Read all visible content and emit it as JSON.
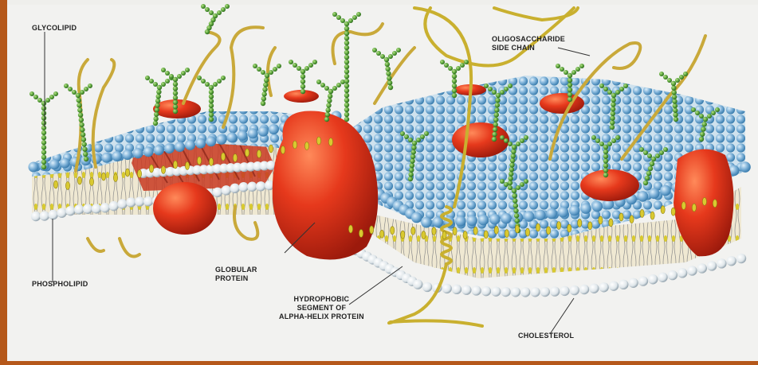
{
  "labels": {
    "glycolipid": "GLYCOLIPID",
    "oligosaccharide_line1": "OLIGOSACCHARIDE",
    "oligosaccharide_line2": "SIDE CHAIN",
    "phospholipid": "PHOSPHOLIPID",
    "globular_line1": "GLOBULAR",
    "globular_line2": "PROTEIN",
    "hydrophobic_line1": "HYDROPHOBIC",
    "hydrophobic_line2": "SEGMENT OF",
    "hydrophobic_line3": "ALPHA-HELIX PROTEIN",
    "cholesterol": "CHOLESTEROL"
  },
  "colors": {
    "frame": "#b5581a",
    "background": "#f2f2f0",
    "phospholipid_head": "#7fb2d8",
    "phospholipid_head_lower": "#e9eef2",
    "protein": "#e0331c",
    "oligosaccharide_bead": "#5aa43a",
    "glycolipid_chain": "#c9a93a",
    "cholesterol": "#d9c93a",
    "label_text": "#222222"
  }
}
